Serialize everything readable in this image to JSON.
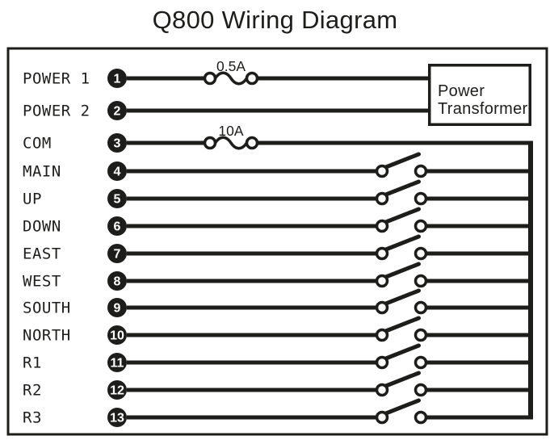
{
  "title": "Q800 Wiring Diagram",
  "colors": {
    "ink": "#1d1d1b",
    "background": "#ffffff"
  },
  "transformer": {
    "line1": "Power",
    "line2": "Transformer"
  },
  "rows": [
    {
      "number": "1",
      "label": "POWER 1",
      "fuse": "0.5A",
      "connects": "transformer",
      "switch": false
    },
    {
      "number": "2",
      "label": "POWER 2",
      "fuse": null,
      "connects": "transformer",
      "switch": false
    },
    {
      "number": "3",
      "label": "COM",
      "fuse": "10A",
      "connects": "bus",
      "switch": false
    },
    {
      "number": "4",
      "label": "MAIN",
      "fuse": null,
      "connects": "bus",
      "switch": true
    },
    {
      "number": "5",
      "label": "UP",
      "fuse": null,
      "connects": "bus",
      "switch": true
    },
    {
      "number": "6",
      "label": "DOWN",
      "fuse": null,
      "connects": "bus",
      "switch": true
    },
    {
      "number": "7",
      "label": "EAST",
      "fuse": null,
      "connects": "bus",
      "switch": true
    },
    {
      "number": "8",
      "label": "WEST",
      "fuse": null,
      "connects": "bus",
      "switch": true
    },
    {
      "number": "9",
      "label": "SOUTH",
      "fuse": null,
      "connects": "bus",
      "switch": true
    },
    {
      "number": "10",
      "label": "NORTH",
      "fuse": null,
      "connects": "bus",
      "switch": true
    },
    {
      "number": "11",
      "label": "R1",
      "fuse": null,
      "connects": "bus",
      "switch": true
    },
    {
      "number": "12",
      "label": "R2",
      "fuse": null,
      "connects": "bus",
      "switch": true
    },
    {
      "number": "13",
      "label": "R3",
      "fuse": null,
      "connects": "bus",
      "switch": true
    }
  ]
}
